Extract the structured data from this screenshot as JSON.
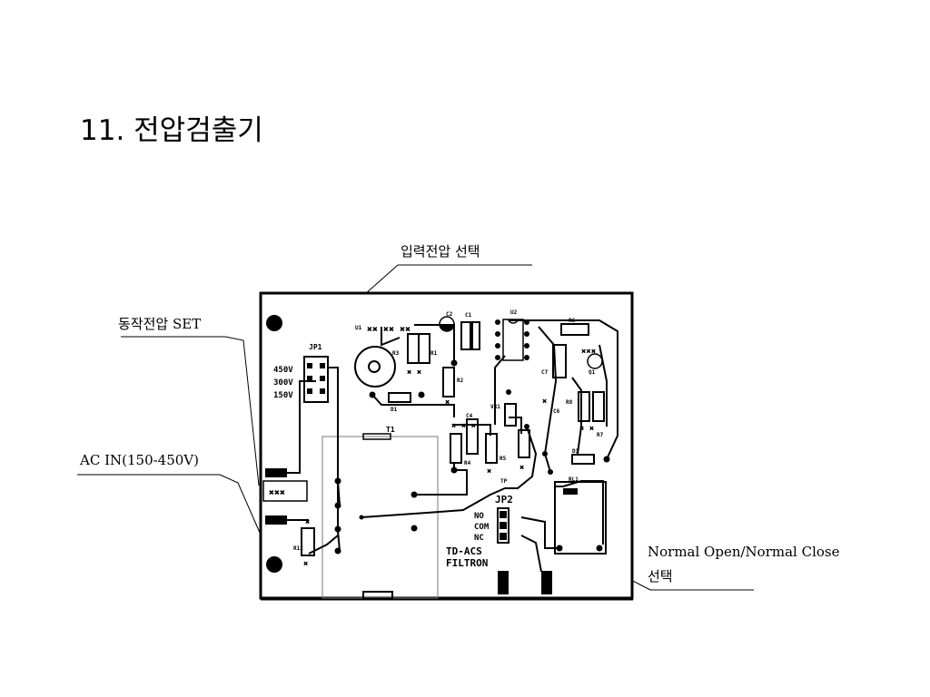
{
  "title": "11. 전압검출기",
  "callouts": {
    "input_voltage": "입력전압 선택",
    "operating_voltage": "동작전압 SET",
    "ac_in": "AC IN(150-450V)",
    "no_nc_line1": "Normal Open/Normal Close",
    "no_nc_line2": "선택"
  },
  "board": {
    "jp1": "JP1",
    "voltages": [
      "450V",
      "300V",
      "150V"
    ],
    "transformer": "T1",
    "jp2": "JP2",
    "relay_pins": [
      "NO",
      "COM",
      "NC"
    ],
    "model_line1": "TD-ACS",
    "model_line2": "FILTRON",
    "refs": {
      "u1": "U1",
      "c2": "C2",
      "c1": "C1",
      "r3": "R3",
      "r1": "R1",
      "r2": "R2",
      "d1": "D1",
      "c4": "C4",
      "r4": "R4",
      "r5": "R5",
      "u2": "U2",
      "r6": "R6",
      "q1": "Q1",
      "c7": "C7",
      "c6": "C6",
      "d3": "D3",
      "rl1": "RL1",
      "r12": "R12",
      "r7": "R7",
      "r8": "R8",
      "vr1": "VR1",
      "tp": "TP"
    }
  }
}
